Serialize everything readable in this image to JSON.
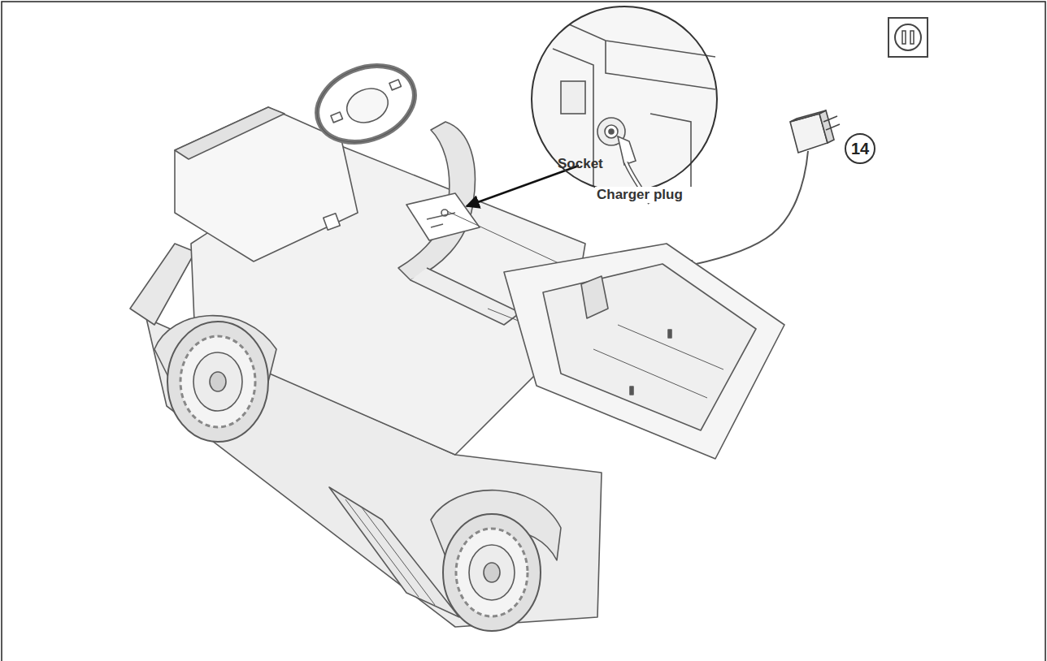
{
  "diagram": {
    "nodes": [
      {
        "text": [
          "Socket",
          "Charger plug"
        ]
      },
      {
        "text": [
          "14"
        ]
      }
    ]
  }
}
